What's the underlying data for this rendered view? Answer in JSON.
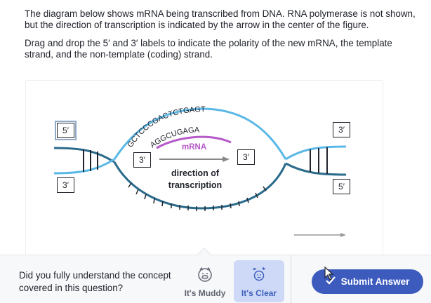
{
  "question": {
    "paragraph1": "The diagram below shows mRNA being transcribed from DNA. RNA polymerase is not shown, but the direction of transcription is indicated by the arrow in the center of the figure.",
    "paragraph2": "Drag and drop the 5′ and 3′ labels to indicate the polarity of the new mRNA, the template strand, and the non-template (coding) strand."
  },
  "diagram": {
    "mrna_label": "mRNA",
    "direction_label_line1": "direction of",
    "direction_label_line2": "transcription",
    "top_strand_letters": "GCTCCCGACTCTGAGT",
    "mrna_letters": "AGGCUGAGA",
    "colors": {
      "dna_dark": "#2a6b8c",
      "dna_light": "#5bb8e6",
      "mrna": "#b659c9",
      "arrow": "#888888",
      "bases": "#21242c"
    }
  },
  "labels": {
    "left_top": "5′",
    "left_bottom": "3′",
    "center_left": "3′",
    "center_right": "3′",
    "right_top": "3′",
    "right_bottom": "5′"
  },
  "footer": {
    "question": "Did you fully understand the concept covered in this question?",
    "muddy_label": "It's Muddy",
    "clear_label": "It's Clear",
    "submit_label": "Submit Answer"
  }
}
